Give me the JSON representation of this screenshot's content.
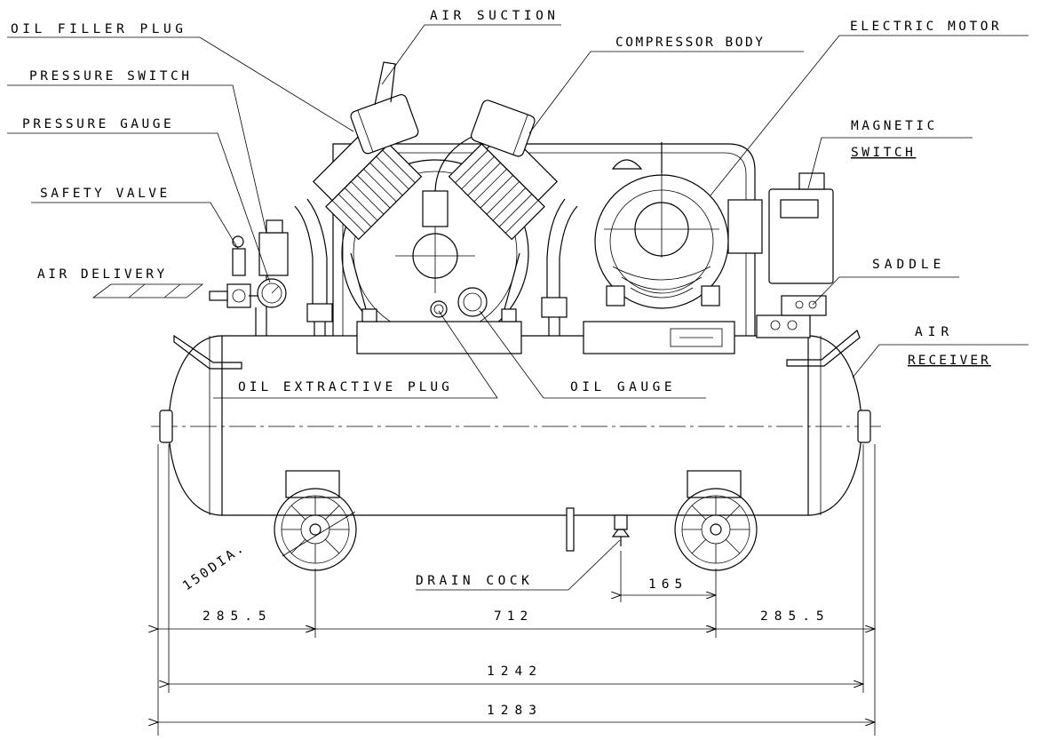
{
  "labels": {
    "air_suction": "AIR SUCTION",
    "oil_filler_plug": "OIL FILLER PLUG",
    "compressor_body": "COMPRESSOR BODY",
    "electric_motor": "ELECTRIC MOTOR",
    "pressure_switch": "PRESSURE SWITCH",
    "pressure_gauge": "PRESSURE GAUGE",
    "magnetic": "MAGNETIC",
    "switch": "SWITCH",
    "safety_valve": "SAFETY VALVE",
    "air_delivery": "AIR DELIVERY",
    "saddle": "SADDLE",
    "air": "AIR",
    "receiver": "RECEIVER",
    "oil_extractive_plug": "OIL EXTRACTIVE PLUG",
    "oil_gauge": "OIL GAUGE",
    "wheel_dia": "150DIA.",
    "drain_cock": "DRAIN COCK"
  },
  "dimensions": {
    "d165": "165",
    "left_285": "285.5",
    "d712": "712",
    "right_285": "285.5",
    "d1242": "1242",
    "d1283": "1283"
  }
}
